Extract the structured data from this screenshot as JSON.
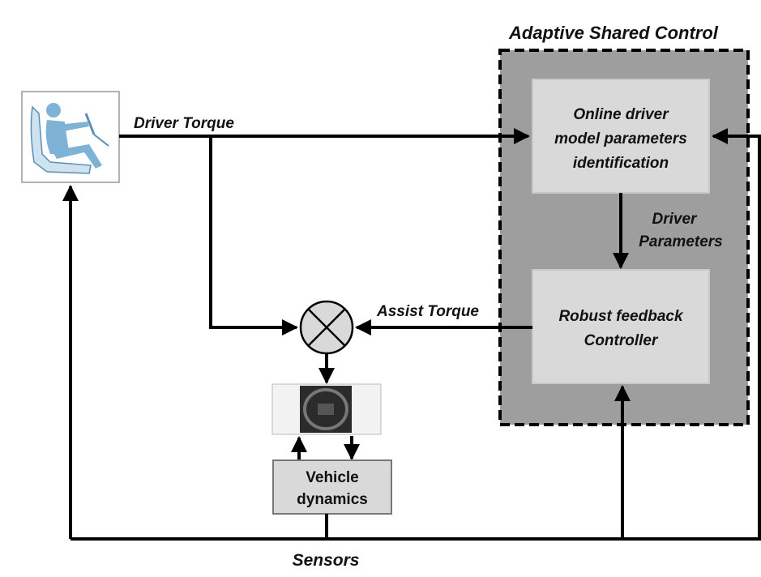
{
  "adaptive_shared_control": {
    "title": "Adaptive Shared Control",
    "identification_block": [
      "Online driver",
      "model parameters",
      "identification"
    ],
    "controller_block": [
      "Robust feedback",
      "Controller"
    ]
  },
  "labels": {
    "driver_torque": "Driver Torque",
    "driver_parameters": [
      "Driver",
      "Parameters"
    ],
    "assist_torque": "Assist Torque",
    "sensors": "Sensors"
  },
  "vehicle_dynamics": [
    "Vehicle",
    "dynamics"
  ],
  "icons": {
    "driver": "driver-seated-icon",
    "steering_wheel": "steering-wheel-photo-icon",
    "summing_junction": "summing-junction-icon"
  },
  "colors": {
    "outer_box": "#9e9e9e",
    "inner_blocks": "#d9d9d9",
    "vehicle_block": "#d9d9d9",
    "driver_figure": "#7fb3d5"
  }
}
